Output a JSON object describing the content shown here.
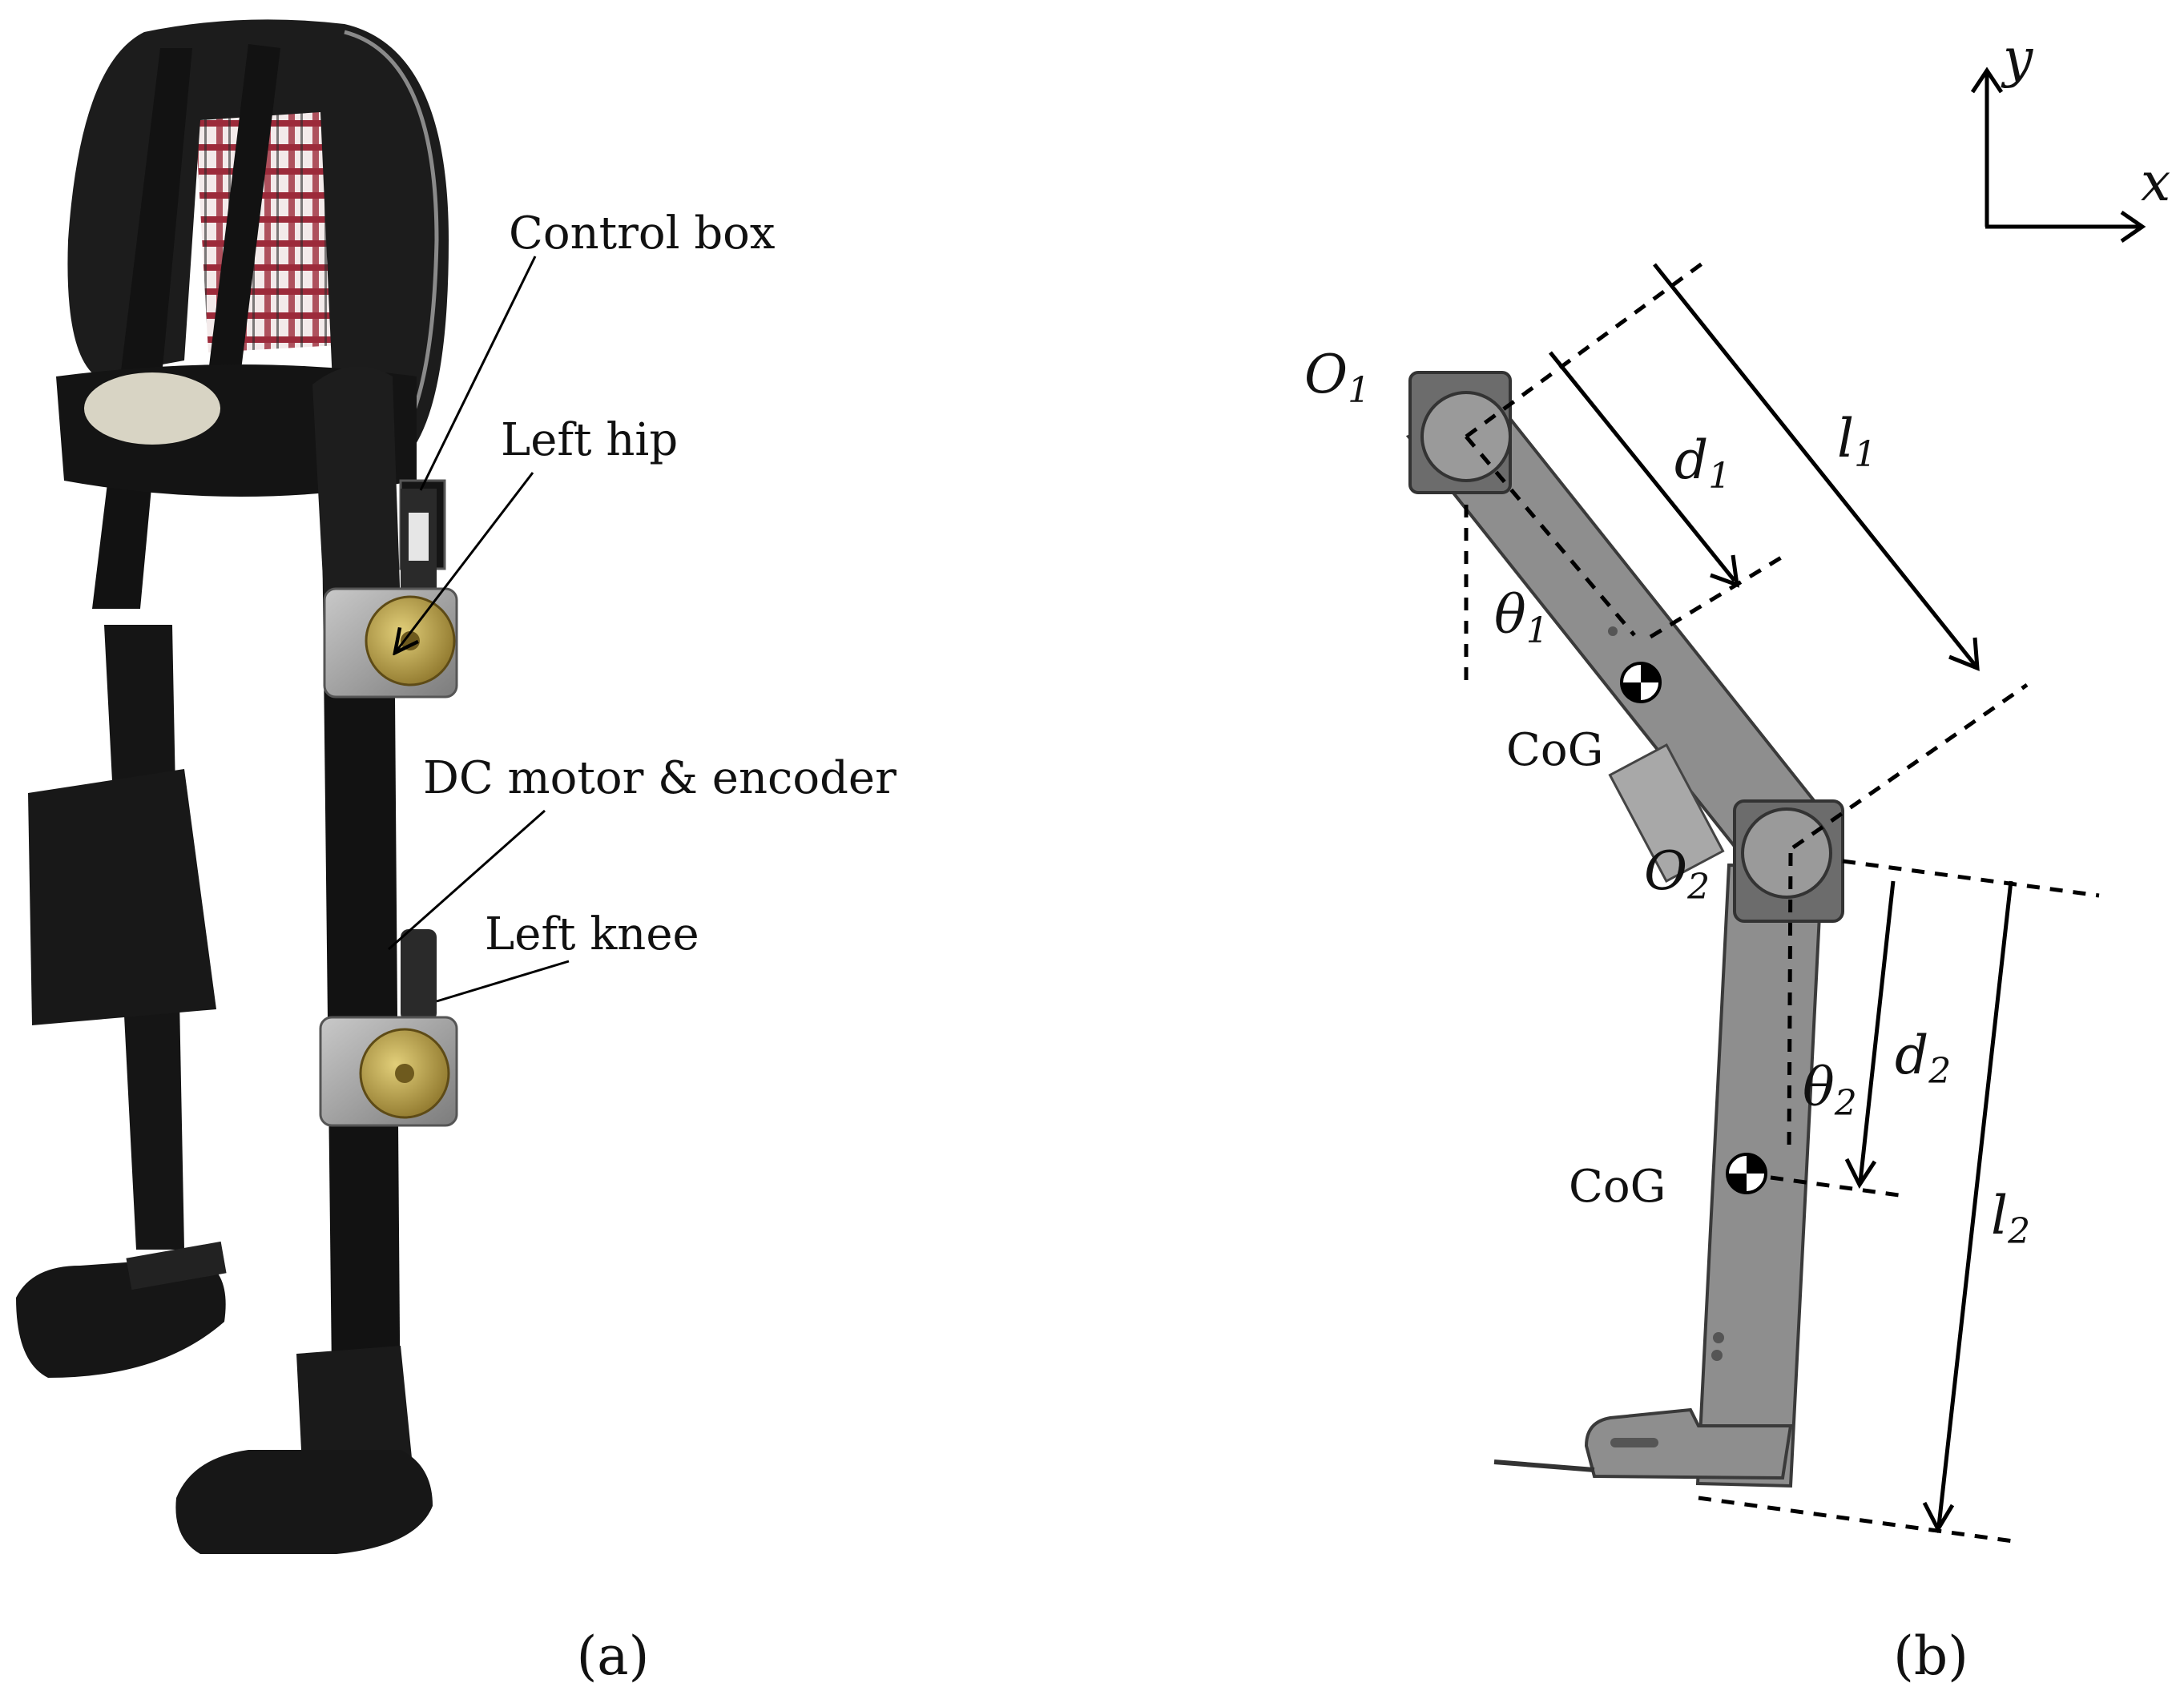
{
  "panel_a": {
    "caption": "(a)",
    "labels": {
      "control_box": "Control box",
      "left_hip": "Left hip",
      "dc_motor": "DC motor & encoder",
      "left_knee": "Left knee"
    }
  },
  "panel_b": {
    "caption": "(b)",
    "axes": {
      "x": "x",
      "y": "y"
    },
    "symbols": {
      "O1": {
        "base": "O",
        "sub": "1"
      },
      "O2": {
        "base": "O",
        "sub": "2"
      },
      "d1": {
        "base": "d",
        "sub": "1"
      },
      "d2": {
        "base": "d",
        "sub": "2"
      },
      "l1": {
        "base": "l",
        "sub": "1"
      },
      "l2": {
        "base": "l",
        "sub": "2"
      },
      "theta1": {
        "base": "θ",
        "sub": "1"
      },
      "theta2": {
        "base": "θ",
        "sub": "2"
      }
    },
    "cog_upper": "CoG",
    "cog_lower": "CoG"
  },
  "colors": {
    "strap": "#151515",
    "bag": "#1c1c1c",
    "metal": "#9a9a9a",
    "brass": "#b0963c",
    "link": "#8e8e8e",
    "link_edge": "#3a3a3a"
  }
}
